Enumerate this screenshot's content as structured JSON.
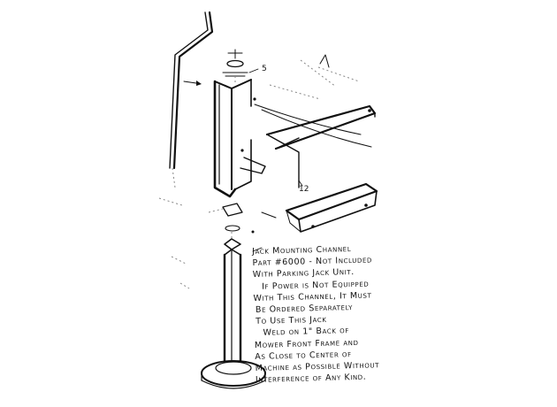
{
  "labels": {
    "part_number_channel": "12",
    "part_number_bolt": "5"
  },
  "note": {
    "lines": [
      "Jack Mounting Channel",
      "Part #6000 - Not Included",
      "With Parking Jack Unit.",
      "If Power is Not Equipped",
      "With This Channel, It Must",
      "Be Ordered Separately",
      "To Use This Jack",
      "Weld on 1\" Back of",
      "Mower Front Frame and",
      "As Close to Center of",
      "Machine as Possible Without",
      "Interference of Any Kind."
    ]
  },
  "colors": {
    "ink": "#111111",
    "paper": "#ffffff"
  }
}
